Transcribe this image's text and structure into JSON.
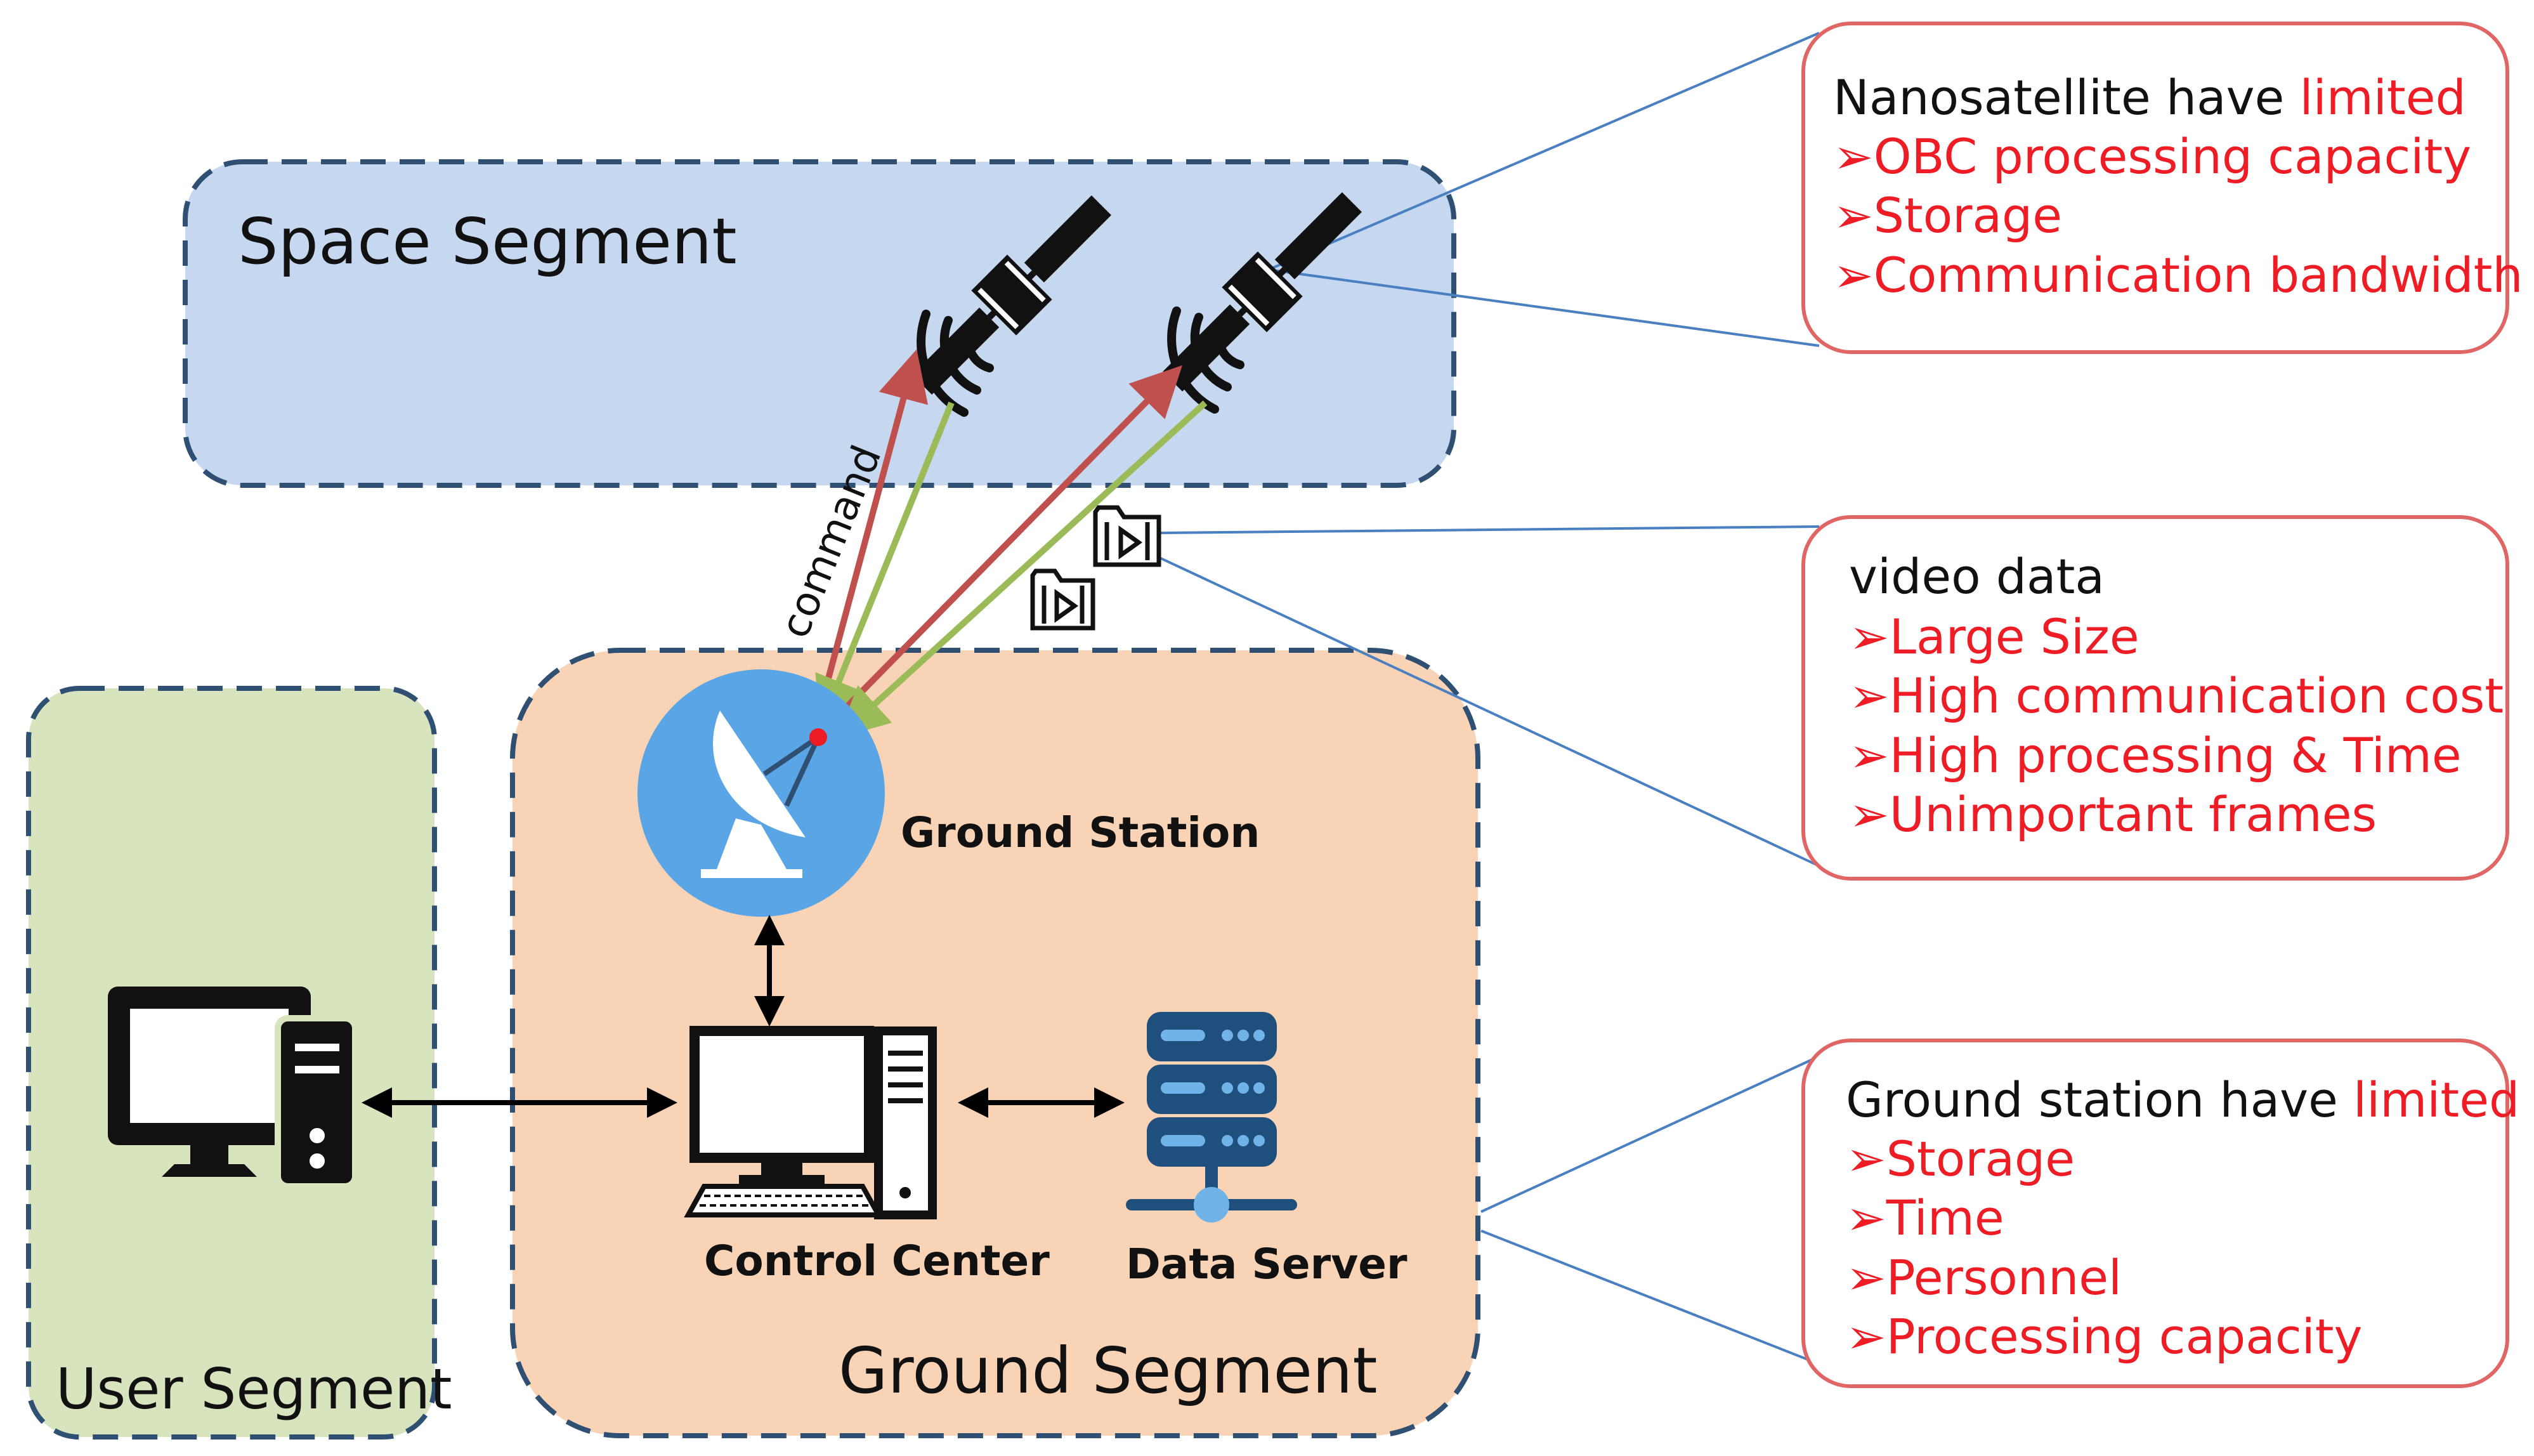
{
  "segments": {
    "space": "Space Segment",
    "ground": "Ground Segment",
    "user": "User Segment"
  },
  "nodes": {
    "ground_station": "Ground Station",
    "control_center": "Control Center",
    "data_server": "Data Server"
  },
  "link_label": "command",
  "callouts": {
    "nanosatellite": {
      "heading_prefix": "Nanosatellite have ",
      "heading_highlight": "limited",
      "items": [
        "OBC processing capacity",
        "Storage",
        "Communication bandwidth"
      ]
    },
    "video": {
      "heading": "video data",
      "items": [
        "Large Size",
        "High communication cost",
        "High processing & Time",
        "Unimportant frames"
      ]
    },
    "ground_station": {
      "heading_prefix": "Ground station have ",
      "heading_highlight": "limited",
      "items": [
        "Storage",
        "Time",
        "Personnel",
        "Processing capacity"
      ]
    }
  },
  "bullet": "➢",
  "colors": {
    "space_fill": "#c5d8ef",
    "ground_fill": "#f9d3b5",
    "user_fill": "#d7e4bd",
    "segment_border": "#2f4f73",
    "callout_border": "#e06666",
    "highlight": "#ee1c24",
    "uplink": "#c0504d",
    "downlink": "#9bbb59",
    "dish_circle": "#5aa5e6",
    "server": "#1f4f7c",
    "leader_line": "#4a7fc1"
  },
  "icons": [
    "satellite-icon",
    "satellite-dish-icon",
    "desktop-computer-icon",
    "server-icon",
    "video-file-icon"
  ]
}
